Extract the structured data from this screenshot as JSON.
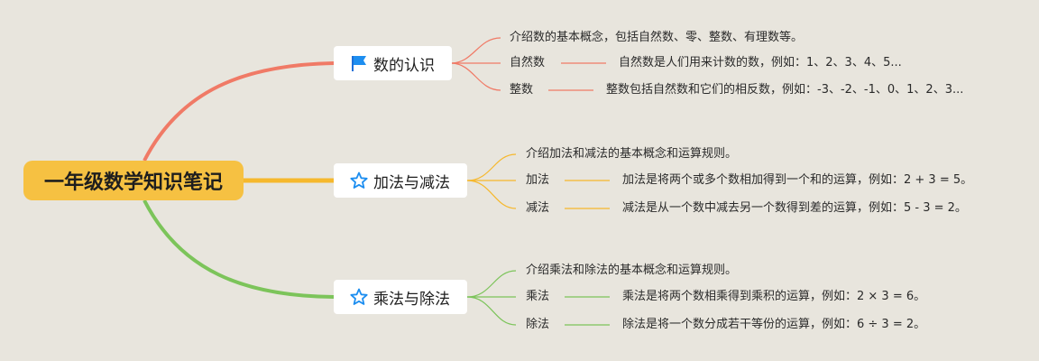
{
  "title": "一年级数学知识笔记",
  "colors": {
    "background": "#e8e5dd",
    "root": "#f6c142",
    "branch1": "#f07a66",
    "branch2": "#f6b82d",
    "branch3": "#7cc45a"
  },
  "branches": [
    {
      "label": "数的认识",
      "icon": "blue-flag-icon",
      "intro": "介绍数的基本概念，包括自然数、零、整数、有理数等。",
      "items": [
        {
          "term": "自然数",
          "desc": "自然数是人们用来计数的数，例如：1、2、3、4、5..."
        },
        {
          "term": "整数",
          "desc": "整数包括自然数和它们的相反数，例如：-3、-2、-1、0、1、2、3..."
        }
      ]
    },
    {
      "label": "加法与减法",
      "icon": "star-outline-icon",
      "intro": "介绍加法和减法的基本概念和运算规则。",
      "items": [
        {
          "term": "加法",
          "desc": "加法是将两个或多个数相加得到一个和的运算，例如：2 + 3 = 5。"
        },
        {
          "term": "减法",
          "desc": "减法是从一个数中减去另一个数得到差的运算，例如：5 - 3 = 2。"
        }
      ]
    },
    {
      "label": "乘法与除法",
      "icon": "star-outline-icon",
      "intro": "介绍乘法和除法的基本概念和运算规则。",
      "items": [
        {
          "term": "乘法",
          "desc": "乘法是将两个数相乘得到乘积的运算，例如：2 × 3 = 6。"
        },
        {
          "term": "除法",
          "desc": "除法是将一个数分成若干等份的运算，例如：6 ÷ 3 = 2。"
        }
      ]
    }
  ]
}
